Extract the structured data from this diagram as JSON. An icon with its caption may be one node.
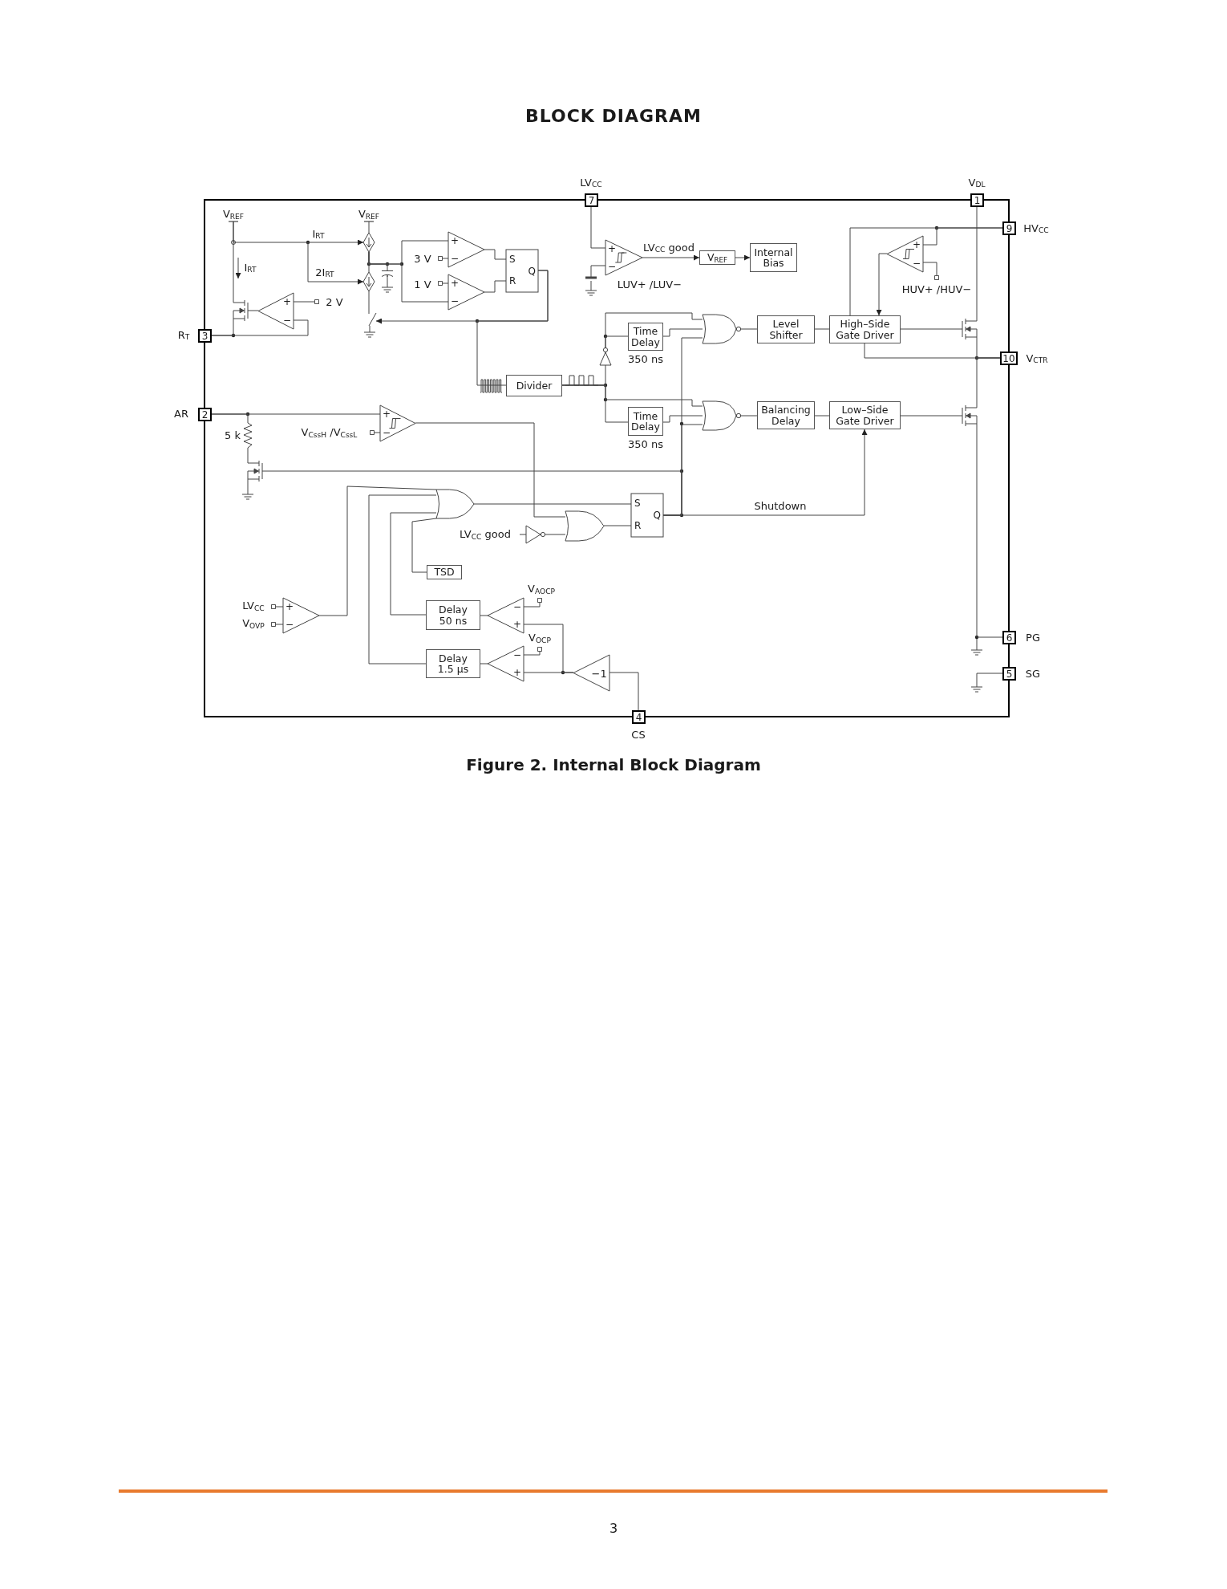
{
  "diagram": {
    "title": "BLOCK DIAGRAM",
    "caption": "Figure 2. Internal Block Diagram",
    "nodes": [
      {
        "text": [
          "7"
        ],
        "beside": [
          "LV$_{CC}$"
        ]
      },
      {
        "text": [
          "1"
        ],
        "beside": [
          "V$_{DL}$"
        ]
      },
      {
        "text": [
          "9"
        ],
        "beside": [
          "HV$_{CC}$"
        ]
      },
      {
        "text": [
          "3"
        ],
        "beside": [
          "R$_{T}$"
        ]
      },
      {
        "text": [
          "2"
        ],
        "beside": [
          "AR"
        ]
      },
      {
        "text": [
          "10"
        ],
        "beside": [
          "V$_{CTR}$"
        ]
      },
      {
        "text": [
          "6"
        ],
        "beside": [
          "PG"
        ]
      },
      {
        "text": [
          "5"
        ],
        "beside": [
          "SG"
        ]
      },
      {
        "text": [
          "4"
        ],
        "beside": [
          "CS"
        ]
      },
      {
        "text": [
          "+",
          "−"
        ]
      },
      {
        "text": [
          "V$_{REF}$"
        ]
      },
      {
        "text": [
          "Internal Bias"
        ]
      },
      {
        "text": [
          "+",
          "−"
        ]
      },
      {
        "text": [
          "+",
          "−"
        ]
      },
      {
        "text": [
          "+",
          "−"
        ]
      },
      {
        "text": [
          "+",
          "−"
        ]
      },
      {
        "text": [
          "S",
          "R",
          "Q"
        ]
      },
      {
        "text": [
          "Divider"
        ]
      },
      {
        "text": [],
        "shape": "triangle"
      },
      {
        "text": [
          "Time Delay"
        ],
        "beside": [
          "350 ns"
        ]
      },
      {
        "text": [],
        "shape": "gate"
      },
      {
        "text": [
          "Level Shifter"
        ]
      },
      {
        "text": [
          "High–Side Gate Driver"
        ]
      },
      {
        "text": [],
        "shape": "transistor"
      },
      {
        "text": [
          "Time Delay"
        ],
        "beside": [
          "350 ns"
        ]
      },
      {
        "text": [],
        "shape": "gate"
      },
      {
        "text": [
          "Balancing Delay"
        ]
      },
      {
        "text": [
          "Low–Side Gate Driver"
        ]
      },
      {
        "text": [],
        "shape": "transistor"
      },
      {
        "text": [
          "+",
          "−"
        ]
      },
      {
        "text": [],
        "shape": "transistor"
      },
      {
        "text": [],
        "shape": "gate"
      },
      {
        "text": [
          "S",
          "R",
          "Q"
        ]
      },
      {
        "text": [],
        "shape": "gate"
      },
      {
        "text": [],
        "shape": "triangle"
      },
      {
        "text": [
          "TSD"
        ]
      },
      {
        "text": [
          "+",
          "−"
        ]
      },
      {
        "text": [
          "Delay 50 ns"
        ]
      },
      {
        "text": [
          "−",
          "+"
        ]
      },
      {
        "text": [
          "Delay 1.5 µs"
        ]
      },
      {
        "text": [
          "−",
          "+"
        ]
      },
      {
        "text": [
          "−1"
        ]
      },
      {
        "text": [],
        "shape": "transistor"
      },
      {
        "text": [
          "2 V"
        ]
      },
      {
        "text": [
          "3 V"
        ]
      },
      {
        "text": [
          "1 V"
        ]
      },
      {
        "text": [
          "V$_{CssH}$ /V$_{CssL}$"
        ]
      },
      {
        "text": [
          "LV$_{CC}$ good"
        ]
      },
      {
        "text": [
          "LV$_{CC}$"
        ]
      },
      {
        "text": [
          "V$_{OVP}$"
        ]
      },
      {
        "text": [
          "V$_{AOCP}$"
        ]
      },
      {
        "text": [
          "V$_{OCP}$"
        ]
      },
      {
        "text": [
          "HUV+ /HUV−"
        ]
      },
      {
        "text": [],
        "shape": "diamond"
      },
      {
        "text": [],
        "shape": "diamond"
      },
      {
        "text": [],
        "shape": "switch"
      },
      {
        "text": [],
        "shape": "resistor",
        "beside": [
          "5 k"
        ]
      },
      {
        "text": [
          "V$_{REF}$"
        ]
      },
      {
        "text": [
          "V$_{REF}$"
        ]
      },
      {
        "text": [],
        "shape": "capacitor"
      }
    ],
    "edges": [
      {
        "from": 0,
        "to": 9,
        "arrow": "none"
      },
      {
        "from": 9,
        "to": 10,
        "arrow": "to",
        "label": "LV$_{CC}$ good"
      },
      {
        "from": 10,
        "to": 11,
        "arrow": "to"
      },
      {
        "from": 2,
        "to": 12,
        "arrow": "none"
      },
      {
        "from": 2,
        "to": 22,
        "arrow": "none"
      },
      {
        "from": 12,
        "to": 22,
        "arrow": "to"
      },
      {
        "from": 52,
        "to": 12,
        "arrow": "other"
      },
      {
        "from": 1,
        "to": 23,
        "arrow": "none"
      },
      {
        "from": 22,
        "to": 23,
        "arrow": "none"
      },
      {
        "from": 23,
        "to": 5,
        "arrow": "none"
      },
      {
        "from": 22,
        "to": 5,
        "arrow": "none"
      },
      {
        "from": 5,
        "to": 28,
        "arrow": "none"
      },
      {
        "from": 28,
        "to": 6,
        "arrow": "none"
      },
      {
        "from": 20,
        "to": 21,
        "arrow": "none"
      },
      {
        "from": 21,
        "to": 22,
        "arrow": "none"
      },
      {
        "from": 25,
        "to": 26,
        "arrow": "none"
      },
      {
        "from": 26,
        "to": 27,
        "arrow": "none"
      },
      {
        "from": 27,
        "to": 28,
        "arrow": "none"
      },
      {
        "from": 14,
        "to": 16,
        "arrow": "none"
      },
      {
        "from": 15,
        "to": 16,
        "arrow": "none"
      },
      {
        "from": 16,
        "to": 17,
        "arrow": "none"
      },
      {
        "from": 17,
        "to": 18,
        "arrow": "none"
      },
      {
        "from": 18,
        "to": 19,
        "arrow": "none"
      },
      {
        "from": 18,
        "to": 20,
        "arrow": "none"
      },
      {
        "from": 19,
        "to": 20,
        "arrow": "none"
      },
      {
        "from": 32,
        "to": 20,
        "arrow": "none"
      },
      {
        "from": 17,
        "to": 24,
        "arrow": "none"
      },
      {
        "from": 17,
        "to": 25,
        "arrow": "none"
      },
      {
        "from": 24,
        "to": 25,
        "arrow": "none"
      },
      {
        "from": 32,
        "to": 25,
        "arrow": "none"
      },
      {
        "from": 32,
        "to": 27,
        "arrow": "to",
        "label": "Shutdown"
      },
      {
        "from": 31,
        "to": 32,
        "arrow": "none"
      },
      {
        "from": 33,
        "to": 32,
        "arrow": "none"
      },
      {
        "from": 29,
        "to": 33,
        "arrow": "none"
      },
      {
        "from": 34,
        "to": 33,
        "arrow": "none"
      },
      {
        "from": 47,
        "to": 34,
        "arrow": "none"
      },
      {
        "from": 36,
        "to": 31,
        "arrow": "none"
      },
      {
        "from": 39,
        "to": 31,
        "arrow": "none"
      },
      {
        "from": 37,
        "to": 31,
        "arrow": "none"
      },
      {
        "from": 35,
        "to": 31,
        "arrow": "none"
      },
      {
        "from": 38,
        "to": 37,
        "arrow": "none"
      },
      {
        "from": 40,
        "to": 39,
        "arrow": "none"
      },
      {
        "from": 41,
        "to": 40,
        "arrow": "none"
      },
      {
        "from": 41,
        "to": 38,
        "arrow": "none"
      },
      {
        "from": 8,
        "to": 41,
        "arrow": "none"
      },
      {
        "from": 4,
        "to": 29,
        "arrow": "none"
      },
      {
        "from": 46,
        "to": 29,
        "arrow": "other"
      },
      {
        "from": 3,
        "to": 13,
        "arrow": "none"
      },
      {
        "from": 13,
        "to": 42,
        "arrow": "none"
      },
      {
        "from": 42,
        "to": 3,
        "arrow": "none"
      },
      {
        "from": 32,
        "to": 30,
        "arrow": "none"
      },
      {
        "from": 48,
        "to": 36,
        "arrow": "other"
      },
      {
        "from": 49,
        "to": 36,
        "arrow": "other"
      },
      {
        "from": 50,
        "to": 38,
        "arrow": "other"
      },
      {
        "from": 51,
        "to": 40,
        "arrow": "other"
      },
      {
        "from": 43,
        "to": 13,
        "arrow": "other"
      },
      {
        "from": 44,
        "to": 14,
        "arrow": "other"
      },
      {
        "from": 45,
        "to": 15,
        "arrow": "other"
      },
      {
        "from": 57,
        "to": 42,
        "arrow": "other"
      },
      {
        "from": 57,
        "to": 53,
        "arrow": "to",
        "label": "I$_{RT}$"
      },
      {
        "from": null,
        "to": 54,
        "arrow": "to",
        "label": "2I$_{RT}$"
      },
      {
        "from": 58,
        "to": 53,
        "arrow": "other"
      },
      {
        "from": 53,
        "to": 54,
        "arrow": "none"
      },
      {
        "from": 53,
        "to": 14,
        "arrow": "none"
      },
      {
        "from": 53,
        "to": 15,
        "arrow": "none"
      },
      {
        "from": 54,
        "to": 55,
        "arrow": "none"
      },
      {
        "from": 16,
        "to": 55,
        "arrow": "to"
      },
      {
        "from": 4,
        "to": 56,
        "arrow": "none"
      },
      {
        "from": 56,
        "to": 30,
        "arrow": "none"
      },
      {
        "from": 53,
        "to": 59,
        "arrow": "none"
      }
    ],
    "labels": [
      "I$_{RT}$",
      "LUV+ /LUV−",
      "3"
    ]
  }
}
